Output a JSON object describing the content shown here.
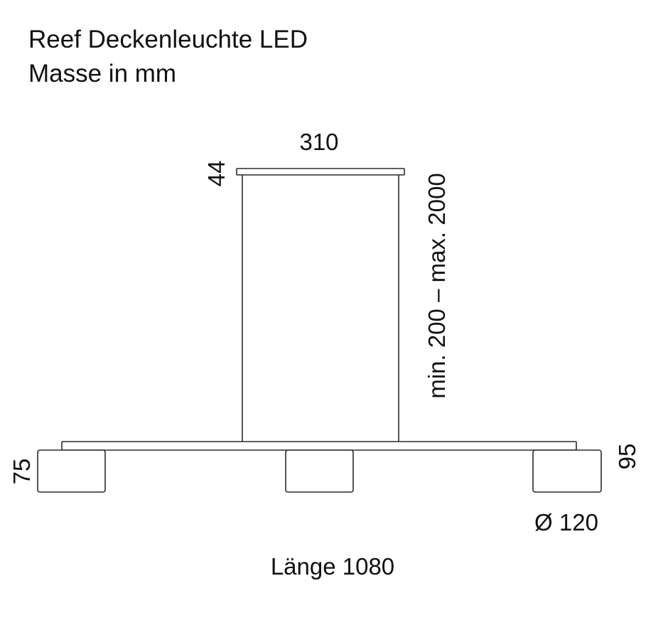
{
  "header": {
    "title_line1": "Reef Deckenleuchte LED",
    "title_line2": "Masse in mm"
  },
  "dimensions": {
    "canopy_width": "310",
    "canopy_height": "44",
    "suspension_length": "min. 200 – max. 2000",
    "total_height": "95",
    "head_height": "75",
    "head_diameter": "Ø 120",
    "total_length": "Länge 1080"
  },
  "colors": {
    "line": "#2a2a2a",
    "text": "#111111",
    "background": "#ffffff"
  }
}
